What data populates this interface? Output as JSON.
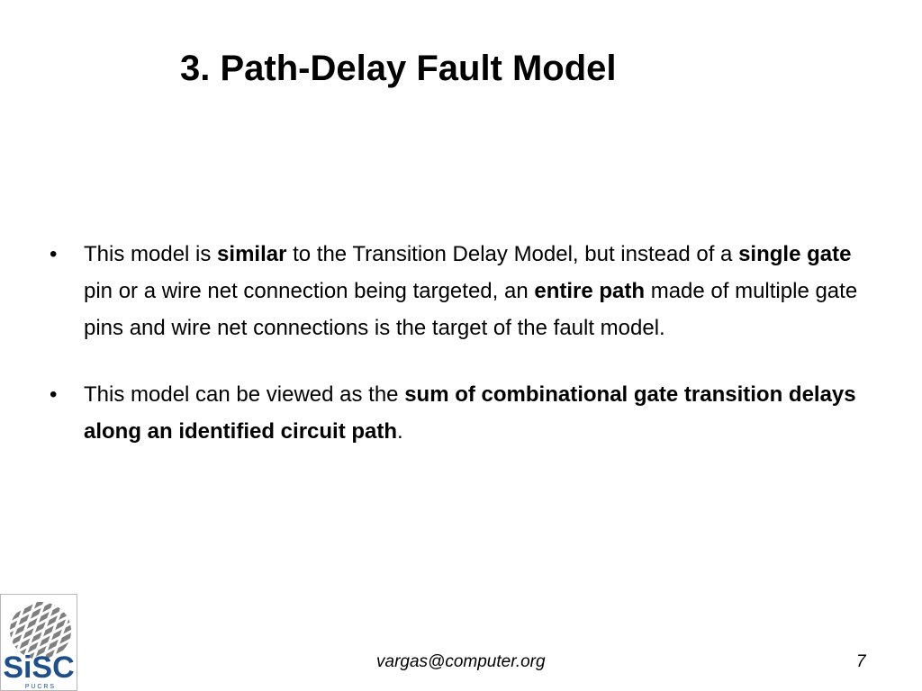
{
  "slide": {
    "title": "3. Path-Delay Fault Model",
    "bullet_symbol": "•",
    "bullets": [
      {
        "t1": "This model is ",
        "b1": "similar",
        "t2": " to the Transition Delay Model, but instead of a ",
        "b2": "single gate",
        "t3": " pin or a wire net connection being targeted, an ",
        "b3": "entire path",
        "t4": " made of multiple gate pins and wire net connections is the target of the fault model."
      },
      {
        "t1": "This model can be viewed as the ",
        "b1": "sum of combinational gate transition delays along an identified circuit path",
        "t2": "."
      }
    ]
  },
  "logo": {
    "text": "SiSC",
    "subtext": "P U C R S",
    "color": "#1f4f8a"
  },
  "footer": {
    "email": "vargas@computer.org",
    "page": "7"
  }
}
